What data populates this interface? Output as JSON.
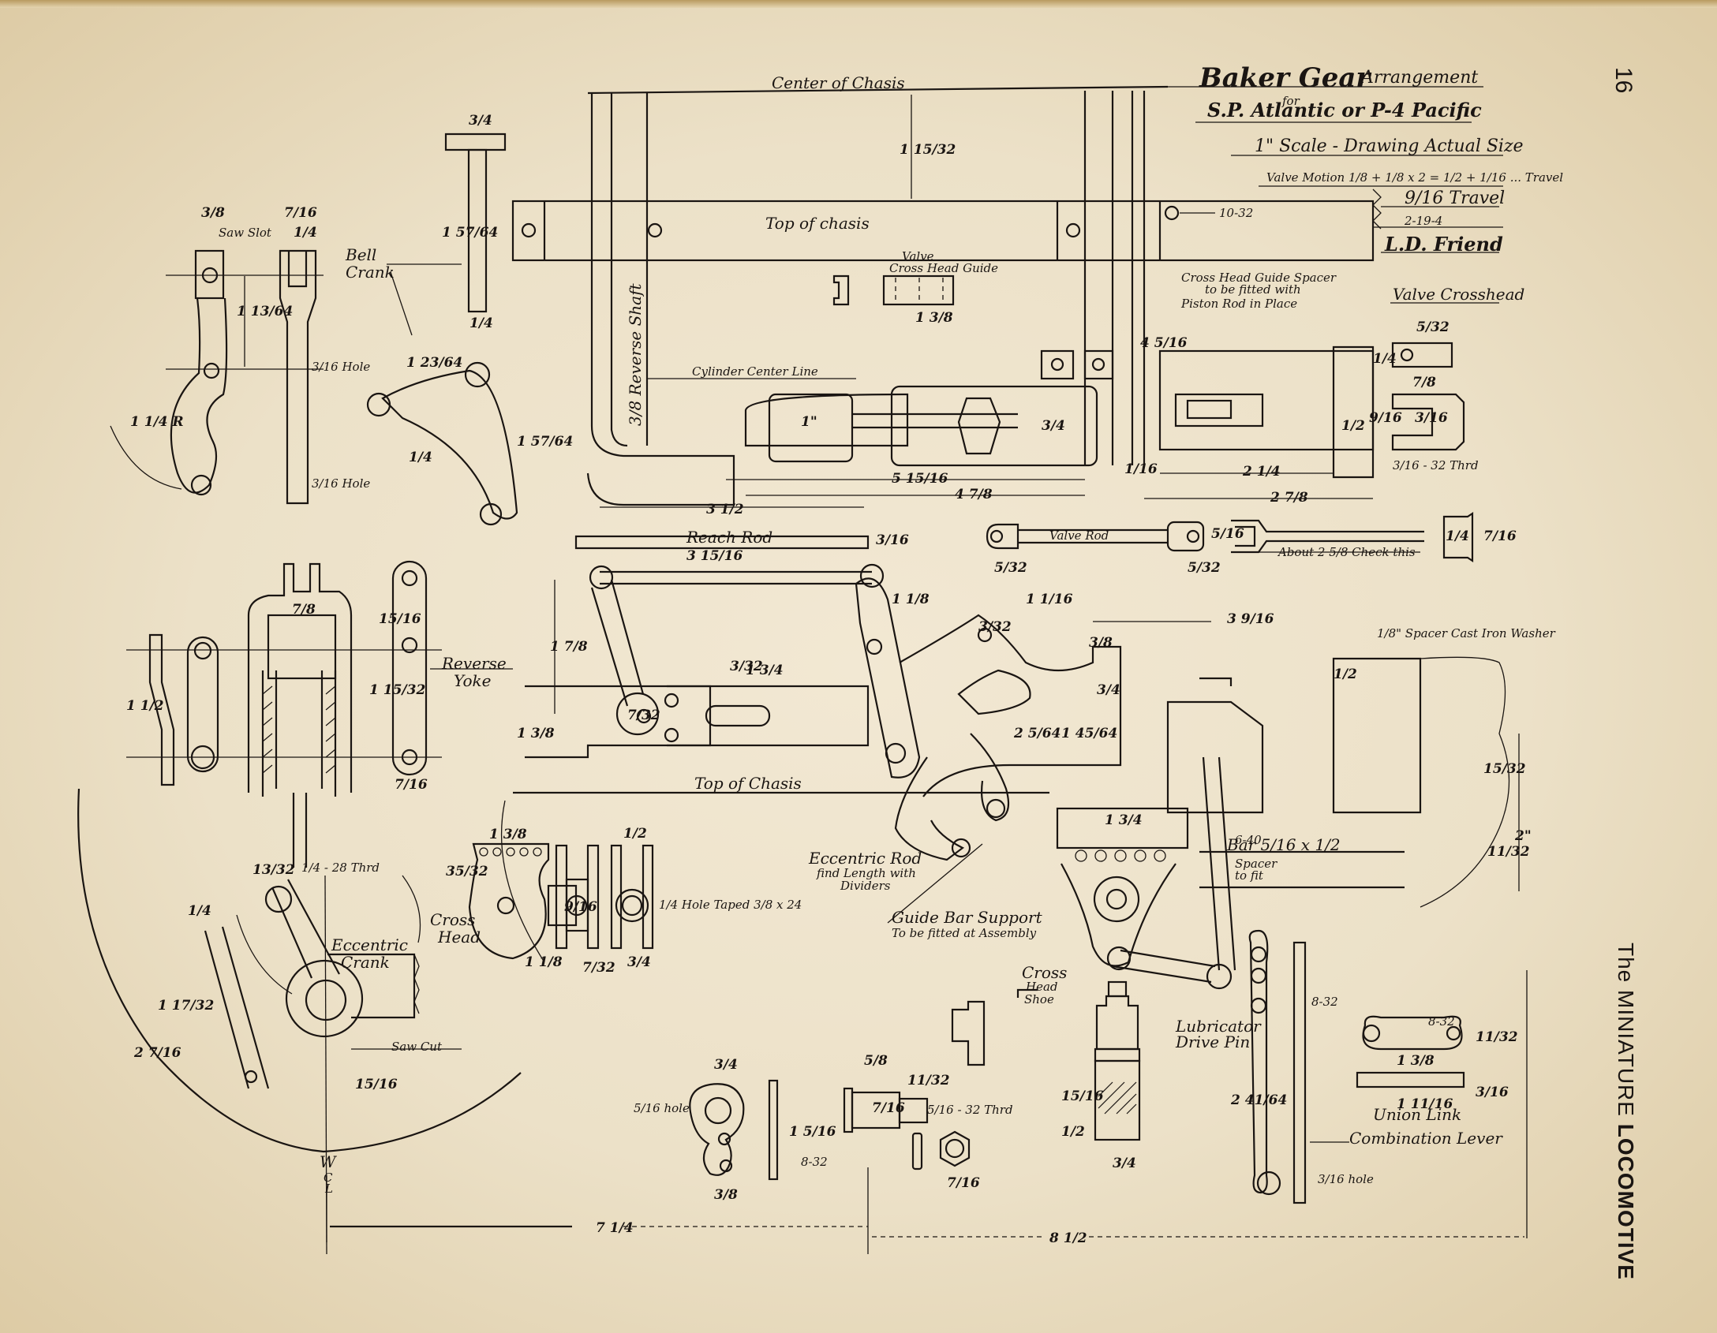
{
  "page": {
    "page_number": "16",
    "publication_prefix": "The MINIATURE",
    "publication_name": "LOCOMOTIVE"
  },
  "title_block": {
    "title_main": "Baker Gear",
    "title_suffix": "Arrangement",
    "for": "for",
    "subject": "S.P. Atlantic or P-4 Pacific",
    "scale": "1\" Scale - Drawing Actual Size",
    "valve_motion": "Valve Motion 1/8 + 1/8 x 2 = 1/2 + 1/16 ... Travel",
    "travel": "9/16 Travel",
    "date": "2-19-4",
    "author": "L.D. Friend"
  },
  "labels": {
    "center_of_chassis": "Center of Chasis",
    "top_of_chassis_upper": "Top of chasis",
    "reverse_shaft": "3/8 Reverse Shaft",
    "valve_crosshead_guide": [
      "Valve",
      "Cross Head Guide"
    ],
    "cylinder_center_line": "Cylinder Center Line",
    "bell_crank": [
      "Bell",
      "Crank"
    ],
    "saw_slot": "Saw Slot",
    "crosshead_guide_spacer": [
      "Cross Head Guide Spacer",
      "to be fitted with",
      "Piston Rod in Place"
    ],
    "valve_crosshead": "Valve Crosshead",
    "thread_note": "3/16 - 32 Thrd",
    "reach_rod": "Reach Rod",
    "valve_rod": "Valve Rod",
    "about_check": "About 2 5/8 Check this",
    "reverse_yoke": [
      "Reverse",
      "Yoke"
    ],
    "top_of_chassis_lower": "Top of Chasis",
    "spacer_washer": "1/8\" Spacer Cast Iron Washer",
    "bar": "Bar 5/16 x 1/2",
    "spacer_to_fit": [
      "Spacer",
      "to fit"
    ],
    "screw_640": "6-40",
    "eccentric_rod": [
      "Eccentric Rod",
      "find Length with",
      "Dividers"
    ],
    "hole_tapped": "1/4 Hole Taped 3/8 x 24",
    "guide_bar_support": [
      "Guide Bar Support",
      "To be fitted at Assembly"
    ],
    "cross_head": [
      "Cross",
      "Head"
    ],
    "cross_head_shoe": [
      "Cross",
      "Head",
      "Shoe"
    ],
    "lubricator_drive_pin": [
      "Lubricator",
      "Drive Pin"
    ],
    "union_link": "Union Link",
    "combination_lever": "Combination Lever",
    "eccentric_crank": [
      "Eccentric",
      "Crank"
    ],
    "saw_cut": "Saw Cut",
    "thread_1_28": "1/4 - 28 Thrd",
    "wheel_centerline": [
      "W",
      "C",
      "L"
    ],
    "screw_1032": "10-32",
    "screw_832": "8-32",
    "screw_832_b": "8-32"
  },
  "dimensions": {
    "chassis_gap": "1 15/32",
    "bell_crank_height": "1 57/64",
    "bell_crank_width": "3/4",
    "bell_crank_thick": "1/4",
    "lever_width": "3/8",
    "fork_width": "7/16",
    "fork_slot": "1/4",
    "lever_span": "1 13/64",
    "radius": "1 1/4 R",
    "hole_a": "3/16 Hole",
    "hole_b": "3/16 Hole",
    "bc_arm": "1 23/64",
    "bc_arm2": "1 57/64",
    "bc_angle": "1/4",
    "guide_len": "1 3/8",
    "cyl_bore": "1\"",
    "piston": "3/4",
    "crosshead_off": "5 15/16",
    "stroke_total": "4 7/8",
    "gap_1_16": "1/16",
    "height_4": "4 5/16",
    "len_2_1_4": "2 1/4",
    "len_2_7_8": "2 7/8",
    "half": "1/2",
    "vc_5_32": "5/32",
    "vc_1_4": "1/4",
    "vc_7_8": "7/8",
    "vc_9_16": "9/16",
    "vc_3_16": "3/16",
    "reach_3_1_2": "3 1/2",
    "reach_len": "3 15/16",
    "reach_end": "3/16",
    "vr_5_16": "5/16",
    "vr_5_32a": "5/32",
    "vr_5_32b": "5/32",
    "vr_1_4": "1/4",
    "vr_7_16": "7/16",
    "rl_1_1_8": "1 1/8",
    "rl_1_1_16": "1 1/16",
    "rl_3_9_16": "3 9/16",
    "rl_7_8": "1 7/8",
    "rl_3_32": "3/32",
    "rl_2_5_64": "2 5/64",
    "rl_1_45_64": "1 45/64",
    "rl_3_4": "3/4",
    "rl_3_8": "3/8",
    "rl_1_3_4": "1 3/4",
    "rl_15_32": "15/32",
    "rl_11_32": "11/32",
    "rl_2in": "2\"",
    "ry_1_2": "1 1/2",
    "ry_15_16": "15/16",
    "ry_1_15_32": "1 15/32",
    "ry_7_16": "7/16",
    "ry_1_3_8": "1 3/8",
    "ry_7_8": "7/8",
    "ch_1_3_8": "1 3/8",
    "ch_35_32": "35/32",
    "ch_9_16": "9/16",
    "ch_1_1_8": "1 1/8",
    "ch_3_4": "3/4",
    "ch_7_32": "7/32",
    "ch_1_2": "1/2",
    "ec_13_32": "13/32",
    "ec_1_4": "1/4",
    "ec_1_17_32": "1 17/32",
    "ec_2_7_16": "2 7/16",
    "ec_15_16": "15/16",
    "bt_3_4": "3/4",
    "bt_5_16": "5/16 hole",
    "bt_3_8": "3/8",
    "bt_15_16": "1 5/16",
    "bt_5_8": "5/8",
    "bt_7_16": "7/16",
    "bt_11_32": "11/32",
    "bt_5_32thd": "5/16 - 32 Thrd",
    "nut_7_16": "7/16",
    "sh_15_16": "15/16",
    "sh_1_2": "1/2",
    "sh_3_4": "3/4",
    "cl_2_41_64": "2 41/64",
    "cl_hole": "3/16 hole",
    "ul_1_3_8": "1 3/8",
    "ul_1_11_16": "1 11/16",
    "ul_11_32": "11/32",
    "ul_3_16": "3/16",
    "total_7_1_4": "7 1/4",
    "total_8_1_2": "8 1/2"
  }
}
